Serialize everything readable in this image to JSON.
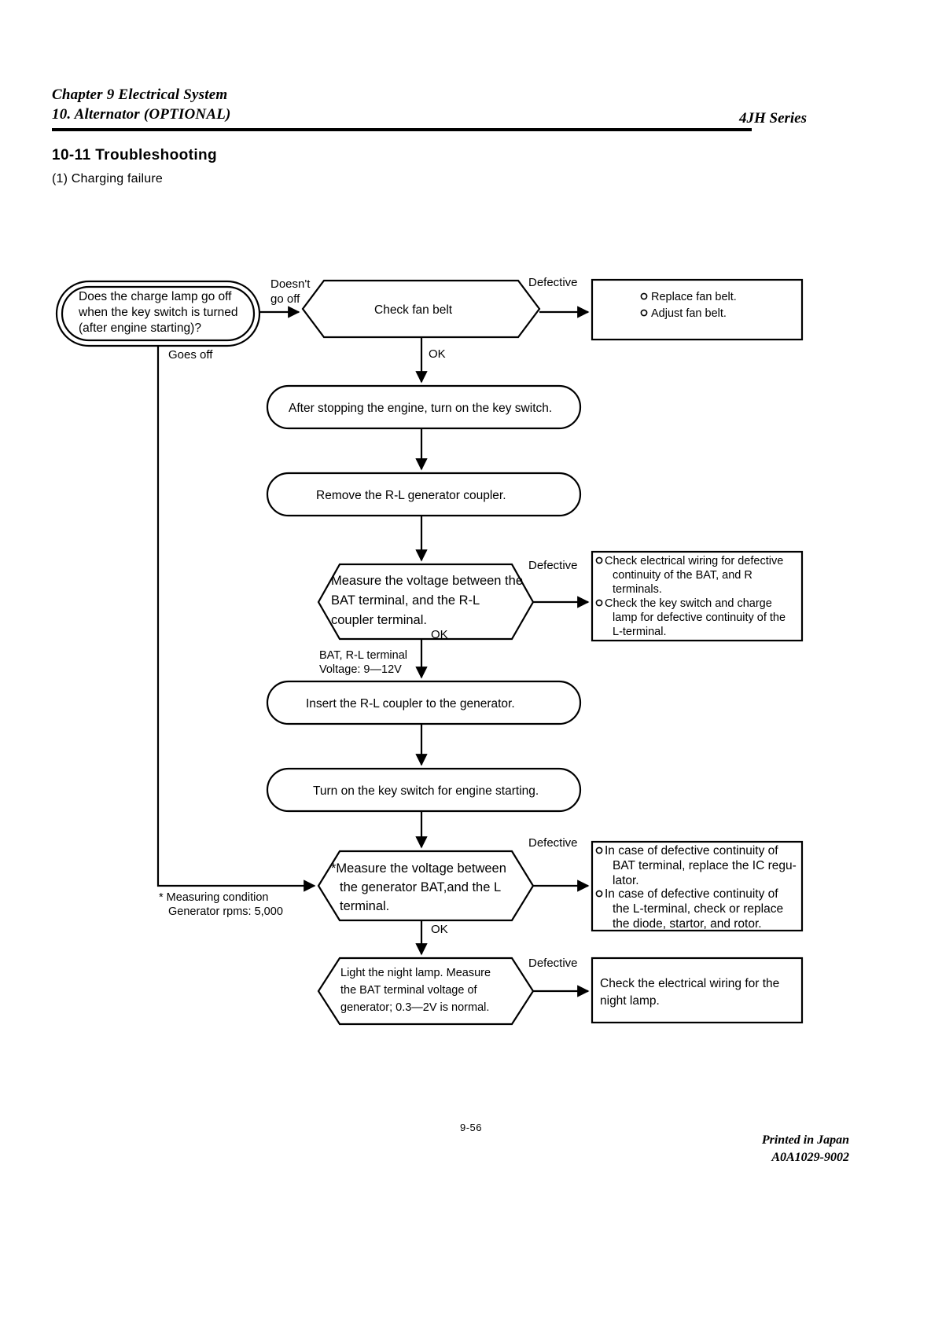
{
  "header": {
    "chapter": "Chapter 9 Electrical System",
    "section": "10.  Alternator (OPTIONAL)",
    "series": "4JH  Series"
  },
  "section": {
    "title": "10-11 Troubleshooting",
    "subtitle": "(1) Charging failure"
  },
  "flowchart": {
    "type": "flowchart",
    "start": {
      "shape": "double-stadium",
      "text_lines": [
        "Does the charge lamp go off",
        "when the key switch is turned",
        "(after engine starting)?"
      ]
    },
    "edges": {
      "doesnt_go_off": [
        "Doesn't",
        "go off"
      ],
      "goes_off": "Goes off",
      "ok": "OK",
      "defective": "Defective"
    },
    "nodes": [
      {
        "id": "check-fan-belt",
        "shape": "hexagon",
        "text_lines": [
          "Check fan belt"
        ]
      },
      {
        "id": "after-stopping-engine",
        "shape": "stadium",
        "text_lines": [
          "After stopping the engine, turn on the key switch."
        ]
      },
      {
        "id": "remove-coupler",
        "shape": "stadium",
        "text_lines": [
          "Remove the R-L generator coupler."
        ]
      },
      {
        "id": "measure-bat-rl",
        "shape": "hexagon",
        "text_lines": [
          "Measure the voltage between the",
          "BAT terminal, and the  R-L",
          "coupler  terminal."
        ]
      },
      {
        "id": "insert-coupler",
        "shape": "stadium",
        "text_lines": [
          "Insert the R-L coupler to the generator."
        ]
      },
      {
        "id": "turn-key-switch",
        "shape": "stadium",
        "text_lines": [
          "Turn on the key switch for engine starting."
        ]
      },
      {
        "id": "measure-bat-l",
        "shape": "hexagon",
        "text_lines": [
          "*Measure the voltage between",
          "the generator BAT,and the L",
          "terminal."
        ]
      },
      {
        "id": "night-lamp",
        "shape": "hexagon",
        "text_lines": [
          "Light the night lamp. Measure",
          "the BAT terminal voltage of",
          "generator; 0.3—2V is normal."
        ]
      }
    ],
    "results": [
      {
        "id": "result-fan-belt",
        "bullets": [
          "Replace fan belt.",
          "Adjust fan belt."
        ]
      },
      {
        "id": "result-wiring",
        "bullets_lines": [
          [
            "Check electrical wiring for defective",
            "continuity of the BAT, and R",
            "terminals."
          ],
          [
            "Check the key switch and charge",
            "lamp for defective continuity of the",
            "L-terminal."
          ]
        ]
      },
      {
        "id": "result-ic-regulator",
        "bullets_lines": [
          [
            "In case of defective continuity of",
            "BAT terminal, replace the IC regu-",
            "lator."
          ],
          [
            "In case of defective continuity of",
            "the L-terminal, check or replace",
            "the diode, startor, and rotor."
          ]
        ]
      },
      {
        "id": "result-night-lamp",
        "plain_lines": [
          "Check the electrical wiring for the",
          "night lamp."
        ]
      }
    ],
    "notes": {
      "voltage_note": [
        "BAT, R-L terminal",
        "Voltage: 9—12V"
      ],
      "measuring_condition": [
        "* Measuring condition",
        "Generator rpms: 5,000"
      ]
    }
  },
  "footer": {
    "page_number": "9-56",
    "printed_line1": "Printed in Japan",
    "printed_line2": "A0A1029-9002"
  }
}
